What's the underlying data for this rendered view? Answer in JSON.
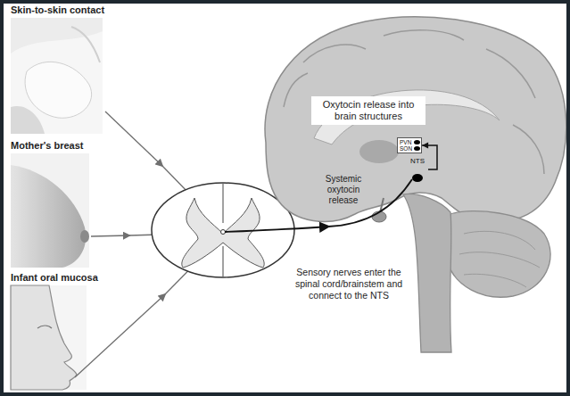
{
  "diagram": {
    "nodes": [
      {
        "text": [
          "Skin-to-skin contact"
        ]
      },
      {
        "text": [
          "Mother's breast"
        ]
      },
      {
        "text": [
          "Infant oral mucosa"
        ]
      },
      {
        "text": [
          "Oxytocin release into brain structures"
        ]
      },
      {
        "text": [
          "PVN",
          "SON"
        ]
      },
      {
        "text": [
          "NTS"
        ]
      }
    ],
    "edges": [
      {
        "from": 5,
        "to": 4,
        "arrow": "to"
      }
    ],
    "labels": [
      "Systemic oxytocin release",
      "Sensory nerves enter the spinal cord/brainstem and connect to the NTS"
    ]
  }
}
